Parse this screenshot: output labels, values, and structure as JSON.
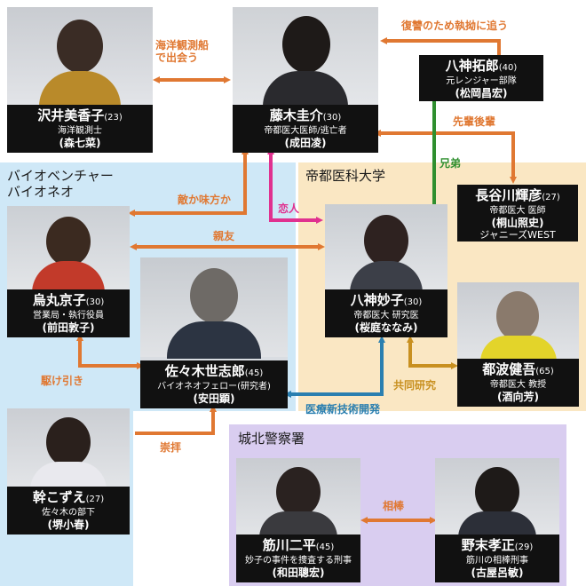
{
  "colors": {
    "edge_orange": "#e07832",
    "edge_green": "#2f8f2f",
    "edge_pink": "#e0318f",
    "edge_blue": "#2a7fb0",
    "edge_gold": "#c89020",
    "group_bio": "#cfe8f7",
    "group_uni": "#fae7c3",
    "group_police": "#d9cdf0"
  },
  "groups": {
    "bio": "バイオベンチャー\nバイオネオ",
    "uni": "帝都医科大学",
    "police": "城北警察署"
  },
  "people": {
    "sawai": {
      "name": "沢井美香子",
      "age": "(23)",
      "role": "海洋観測士",
      "actor": "(森七菜)"
    },
    "fujiki": {
      "name": "藤木圭介",
      "age": "(30)",
      "role": "帝都医大医師/逃亡者",
      "actor": "(成田凌)"
    },
    "yagami_t": {
      "name": "八神拓郎",
      "age": "(40)",
      "role": "元レンジャー部隊",
      "actor": "(松岡昌宏)"
    },
    "hasegawa": {
      "name": "長谷川輝彦",
      "age": "(27)",
      "role": "帝都医大 医師",
      "actor": "(桐山照史)",
      "extra": "ジャニーズWEST"
    },
    "karasuma": {
      "name": "烏丸京子",
      "age": "(30)",
      "role": "営業局・執行役員",
      "actor": "(前田敦子)"
    },
    "sasaki": {
      "name": "佐々木世志郎",
      "age": "(45)",
      "role": "バイオネオフェロー(研究者)",
      "actor": "(安田顕)"
    },
    "yagami_m": {
      "name": "八神妙子",
      "age": "(30)",
      "role": "帝都医大 研究医",
      "actor": "(桜庭ななみ)"
    },
    "tsuba": {
      "name": "都波健吾",
      "age": "(65)",
      "role": "帝都医大 教授",
      "actor": "(酒向芳)"
    },
    "miki": {
      "name": "幹こずえ",
      "age": "(27)",
      "role": "佐々木の部下",
      "actor": "(堺小春)"
    },
    "sujikawa": {
      "name": "筋川二平",
      "age": "(45)",
      "role": "妙子の事件を捜査する刑事",
      "actor": "(和田聰宏)"
    },
    "nozue": {
      "name": "野末孝正",
      "age": "(29)",
      "role": "筋川の相棒刑事",
      "actor": "(古屋呂敏)"
    }
  },
  "edges": {
    "sawai_fujiki": "海洋観測船\nで出会う",
    "yagami_t_fujiki": "復讐のため執拗に追う",
    "senpai": "先輩後輩",
    "brothers": "兄弟",
    "enemy_friend": "敵か味方か",
    "lovers": "恋人",
    "best_friends": "親友",
    "tug_of_war": "駆け引き",
    "worship": "崇拝",
    "joint_research": "共同研究",
    "medical_tech": "医療新技術開発",
    "partners": "相棒"
  }
}
